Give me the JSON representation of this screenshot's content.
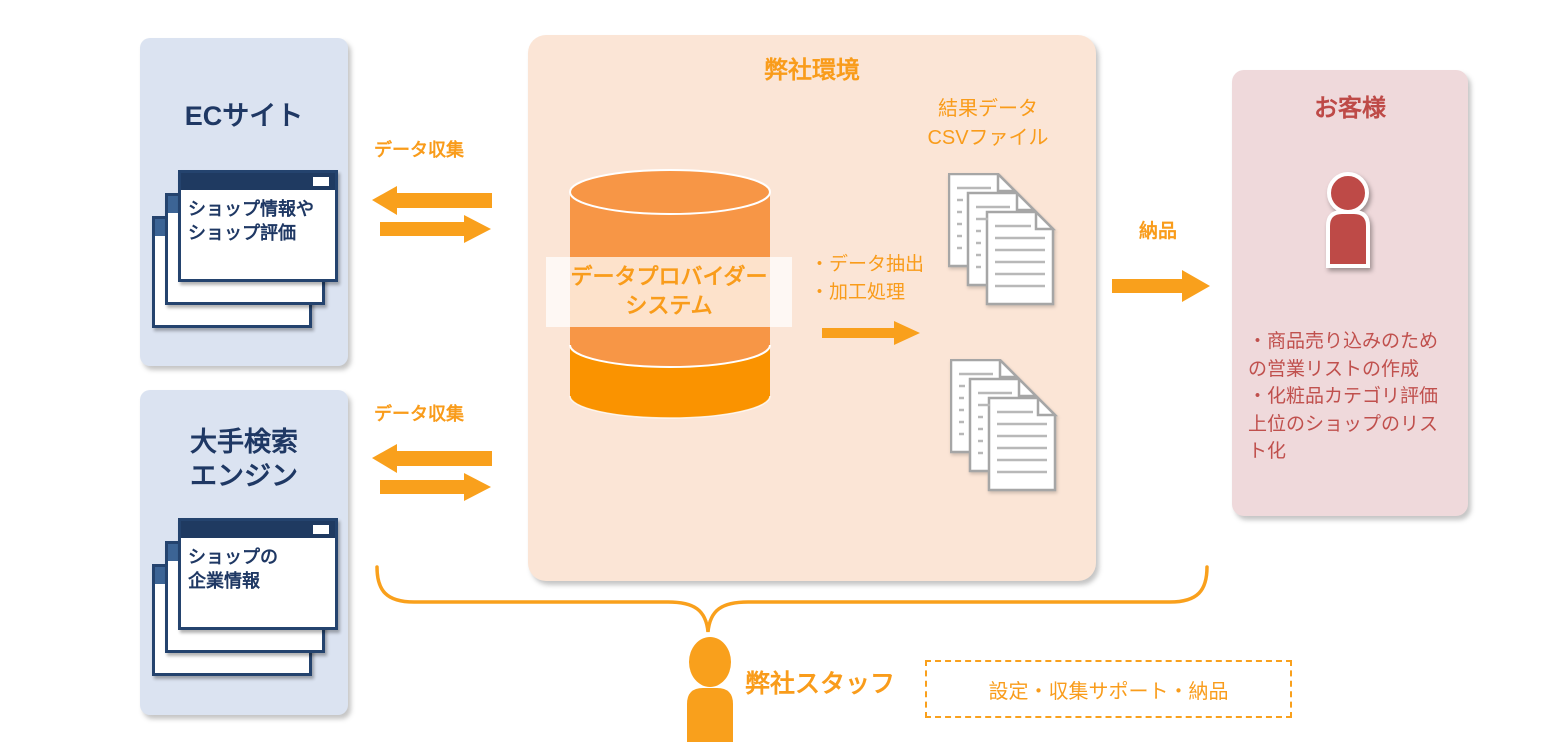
{
  "colors": {
    "accent_orange": "#f99c1b",
    "cylinder_top": "#f79646",
    "cylinder_bottom": "#fa9300",
    "navy": "#1f3864",
    "panel_blue": "#dbe3f1",
    "panel_peach": "#fbe5d6",
    "panel_pink": "#efd9db",
    "customer_red": "#be4a47",
    "doc_gray": "#a6a6a6"
  },
  "sources": {
    "ec": {
      "title": "ECサイト",
      "window_text": "ショップ情報や\nショップ評価"
    },
    "search": {
      "title": "大手検索\nエンジン",
      "window_text": "ショップの\n企業情報"
    }
  },
  "labels": {
    "data_collect_top": "データ収集",
    "data_collect_bottom": "データ収集",
    "delivery": "納品"
  },
  "company_env": {
    "title": "弊社環境",
    "result_files": "結果データ\nCSVファイル",
    "db_label": "データプロバイダー\nシステム",
    "process": "・データ抽出\n・加工処理"
  },
  "customer": {
    "title": "お客様",
    "description": "・商品売り込みのための営業リストの作成\n・化粧品カテゴリ評価上位のショップのリスト化"
  },
  "staff": {
    "label": "弊社スタッフ",
    "support_box": "設定・収集サポート・納品"
  }
}
